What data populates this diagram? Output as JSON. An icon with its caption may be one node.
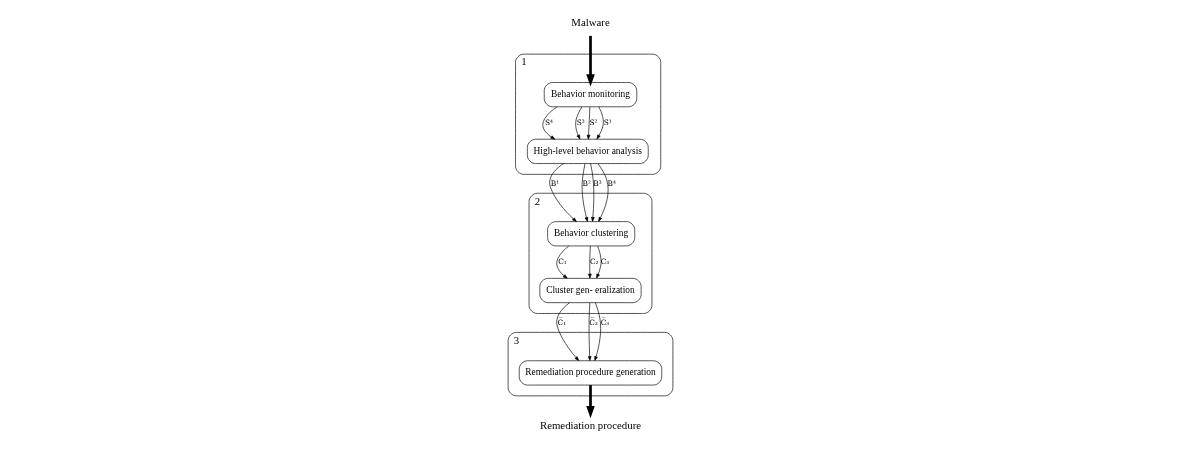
{
  "diagram": {
    "nodes": [
      {
        "text": [
          "Malware"
        ]
      },
      {
        "text": [
          "1"
        ]
      },
      {
        "text": [
          "Behavior monitoring"
        ],
        "in": 1
      },
      {
        "text": [
          "High-level behavior analysis"
        ],
        "in": 1
      },
      {
        "text": [
          "2"
        ]
      },
      {
        "text": [
          "Cluster gen- eralization"
        ],
        "in": 4
      },
      {
        "text": [
          "Behavior clustering"
        ],
        "in": 4
      },
      {
        "text": [
          "3"
        ]
      },
      {
        "text": [
          "Remediation procedure generation"
        ],
        "in": 7
      },
      {
        "text": [
          "Remediation procedure"
        ]
      }
    ],
    "edges": [
      {
        "from": 0,
        "to": 2,
        "arrow": "to",
        "style": "thick"
      },
      {
        "from": 2,
        "to": 3,
        "arrow": "to",
        "label": "S⁴"
      },
      {
        "from": 2,
        "to": 3,
        "arrow": "to",
        "label": "S³"
      },
      {
        "from": 2,
        "to": 3,
        "arrow": "to",
        "label": "S²"
      },
      {
        "from": 2,
        "to": 3,
        "arrow": "to",
        "label": "S¹"
      },
      {
        "from": 3,
        "to": 6,
        "arrow": "to",
        "label": "B¹"
      },
      {
        "from": 3,
        "to": 6,
        "arrow": "to",
        "label": "B²"
      },
      {
        "from": 3,
        "to": 6,
        "arrow": "to",
        "label": "B³"
      },
      {
        "from": 3,
        "to": 6,
        "arrow": "to",
        "label": "B⁴"
      },
      {
        "from": 6,
        "to": 5,
        "arrow": "to",
        "label": "C₁"
      },
      {
        "from": 6,
        "to": 5,
        "arrow": "to",
        "label": "C₂"
      },
      {
        "from": 6,
        "to": 5,
        "arrow": "to",
        "label": "C₃"
      },
      {
        "from": 5,
        "to": 8,
        "arrow": "to",
        "label": "C̅₁"
      },
      {
        "from": 5,
        "to": 8,
        "arrow": "to",
        "label": "C̅₂"
      },
      {
        "from": 5,
        "to": 8,
        "arrow": "to",
        "label": "C̅₃"
      },
      {
        "from": 8,
        "to": 9,
        "arrow": "to",
        "style": "thick"
      }
    ]
  }
}
